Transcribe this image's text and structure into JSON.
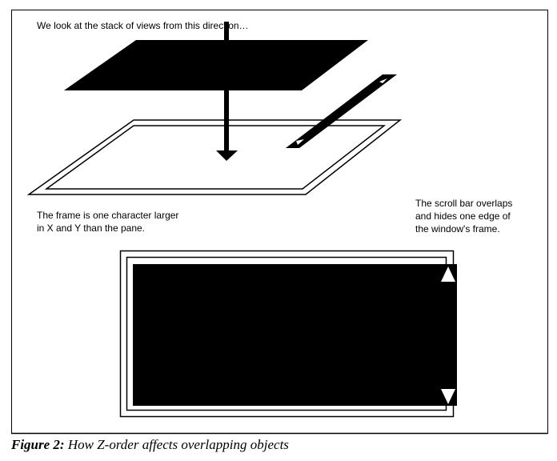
{
  "figure": {
    "top_label": "We look at the stack of views from this direction…",
    "frame_note": [
      "The frame is one character larger",
      "in X and Y than the pane."
    ],
    "scrollbar_note": [
      "The scroll bar overlaps",
      "and hides one edge of",
      "the window's frame."
    ],
    "caption_prefix": "Figure 2:",
    "caption_text": "How Z-order affects overlapping objects"
  }
}
